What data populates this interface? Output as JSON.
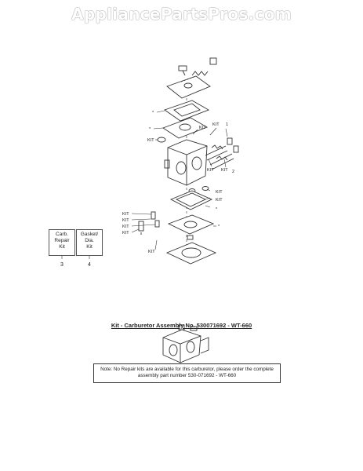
{
  "watermark": "AppliancePartsPros.com",
  "callouts": {
    "kit": "KIT",
    "num1": "1",
    "num2": "2",
    "asterisk": "*"
  },
  "kit_boxes": [
    {
      "lines": [
        "Carb.",
        "Repair",
        "Kit"
      ],
      "number": "3"
    },
    {
      "lines": [
        "Gasket/",
        "Dia.",
        "Kit"
      ],
      "number": "4"
    }
  ],
  "assembly_title": "Kit - Carburetor Assembly No. 530071692 - WT-660",
  "note": "Note: No Repair kits are available for this carburetor, please order the complete assembly part number 530-071692 - WT-660"
}
